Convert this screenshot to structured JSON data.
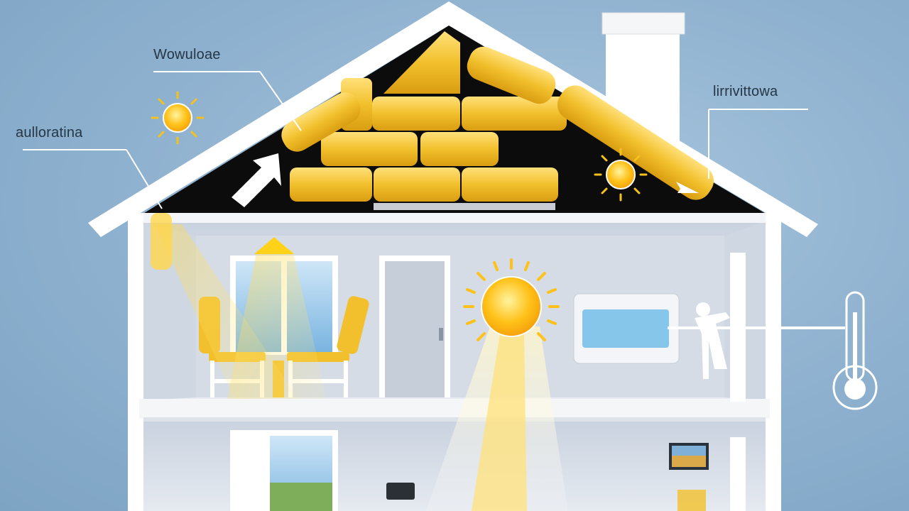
{
  "labels": {
    "top_left": "Wowuloae",
    "mid_left": "aulloratina",
    "top_right": "lirrivittowa"
  },
  "colors": {
    "sky": "#8fb2cf",
    "wall": "#ffffff",
    "insulation": "#f3c531",
    "attic": "#0c0c0c",
    "sun": "#ffc21a",
    "interior": "#dfe5ee"
  },
  "icons": [
    "sun-icon",
    "arrow-icon",
    "thermometer-icon",
    "thermostat-icon",
    "chimney",
    "window",
    "door",
    "chair"
  ]
}
